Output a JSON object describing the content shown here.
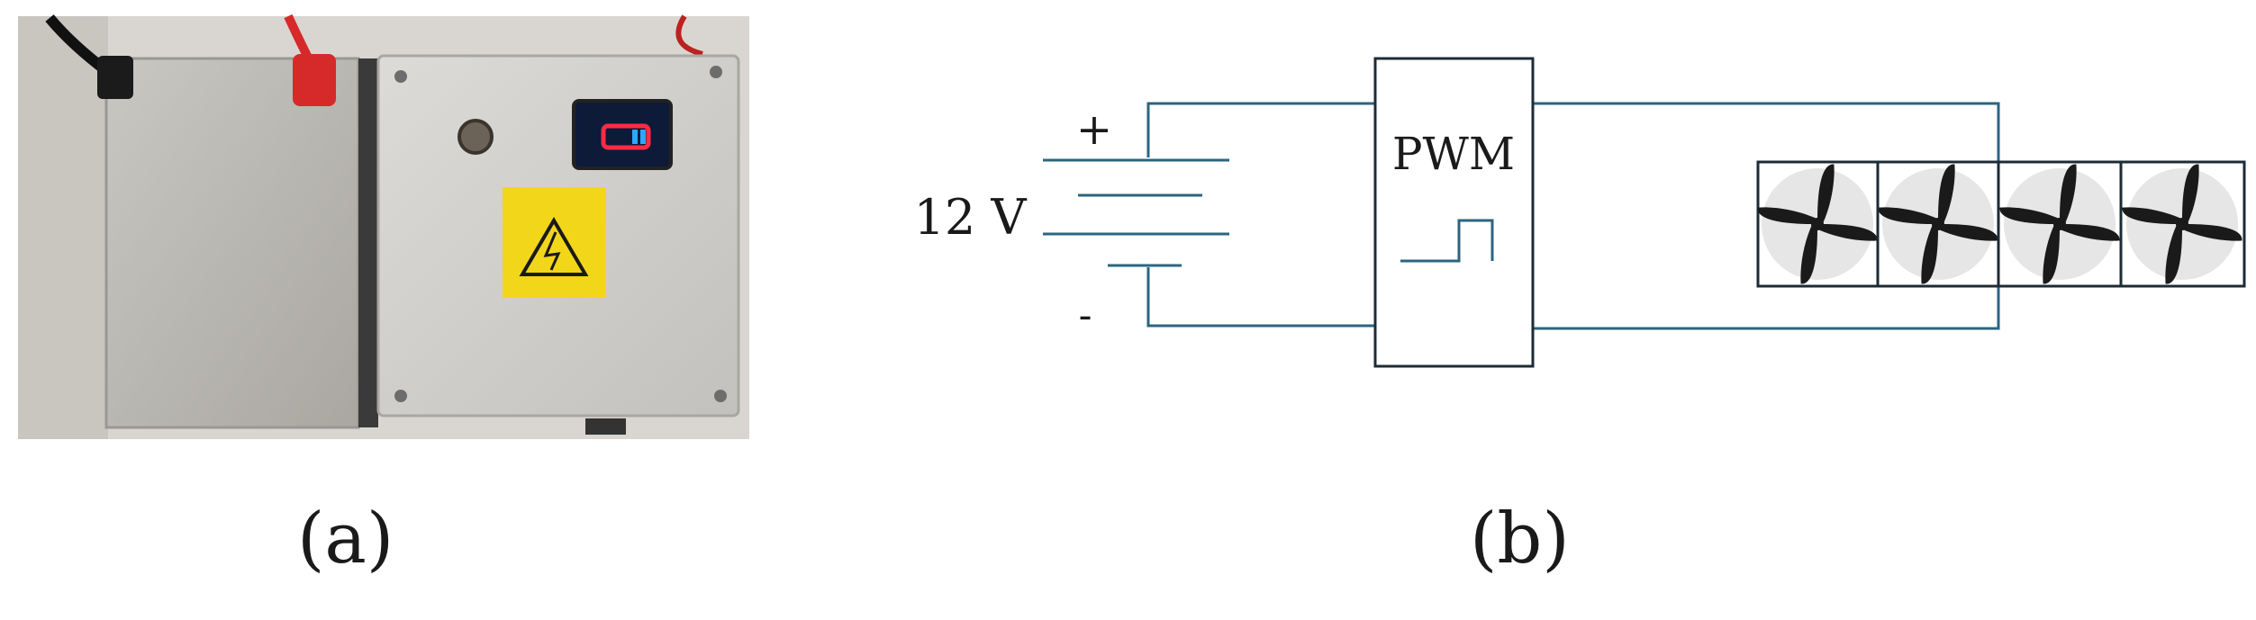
{
  "panel_a": {
    "caption": "(a)",
    "photo": {
      "subject": "battery-box-with-voltage-meter",
      "colors": {
        "background": "#d9d6d1",
        "left_box": "#b8b6b0",
        "right_box": "#cfcecb",
        "meter": "#0d1a38",
        "meter_digits": "#ff2a44",
        "meter_bar": "#2aa9ff",
        "warning_label": "#f2d619",
        "red_clip": "#d62a2a"
      }
    }
  },
  "panel_b": {
    "caption": "(b)",
    "battery": {
      "voltage_label": "12 V",
      "plus_label": "+",
      "minus_label": "-"
    },
    "controller": {
      "label": "PWM",
      "icon": "square-pulse-icon"
    },
    "fans": {
      "count": 4,
      "icon": "fan-icon"
    },
    "colors": {
      "wire": "#2b6580",
      "box_stroke": "#1d2b35",
      "fan_blade": "#1a1a1a",
      "fan_bg": "#e6e6e6"
    }
  }
}
